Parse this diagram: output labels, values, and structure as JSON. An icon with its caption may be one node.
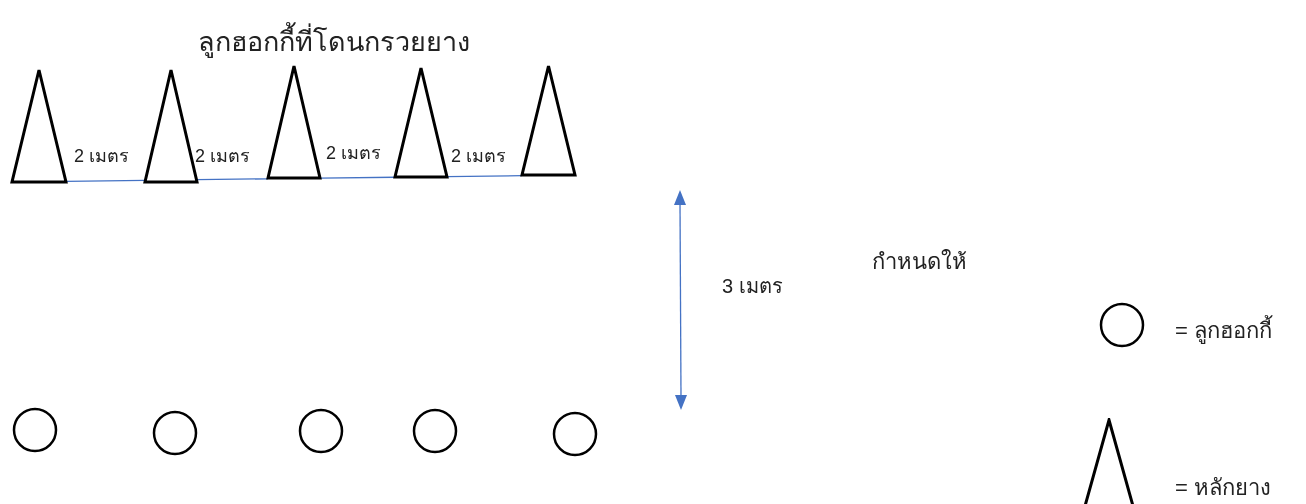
{
  "diagram": {
    "title": "ลูกฮอกกี้ที่โดนกรวยยาง",
    "nodes": [
      {
        "text": [],
        "shape": "triangle"
      },
      {
        "text": [],
        "shape": "triangle"
      },
      {
        "text": [],
        "shape": "triangle"
      },
      {
        "text": [],
        "shape": "triangle"
      },
      {
        "text": [],
        "shape": "triangle"
      },
      {
        "text": [],
        "shape": "circle"
      },
      {
        "text": [],
        "shape": "circle"
      },
      {
        "text": [],
        "shape": "circle"
      },
      {
        "text": [],
        "shape": "circle"
      },
      {
        "text": [],
        "shape": "circle"
      }
    ],
    "edges": [
      {
        "from": 0,
        "to": 1,
        "arrow": "none"
      },
      {
        "from": 1,
        "to": 2,
        "arrow": "none"
      },
      {
        "from": 2,
        "to": 3,
        "arrow": "none"
      },
      {
        "from": 3,
        "to": 4,
        "arrow": "none"
      }
    ],
    "labels": [
      "2 เมตร",
      "2 เมตร",
      "2 เมตร",
      "2 เมตร",
      "3 เมตร",
      "กำหนดให้"
    ],
    "legend": [
      {
        "text": "= ลูกฮอกกี้"
      },
      {
        "text": "= หลักยาง"
      }
    ]
  }
}
